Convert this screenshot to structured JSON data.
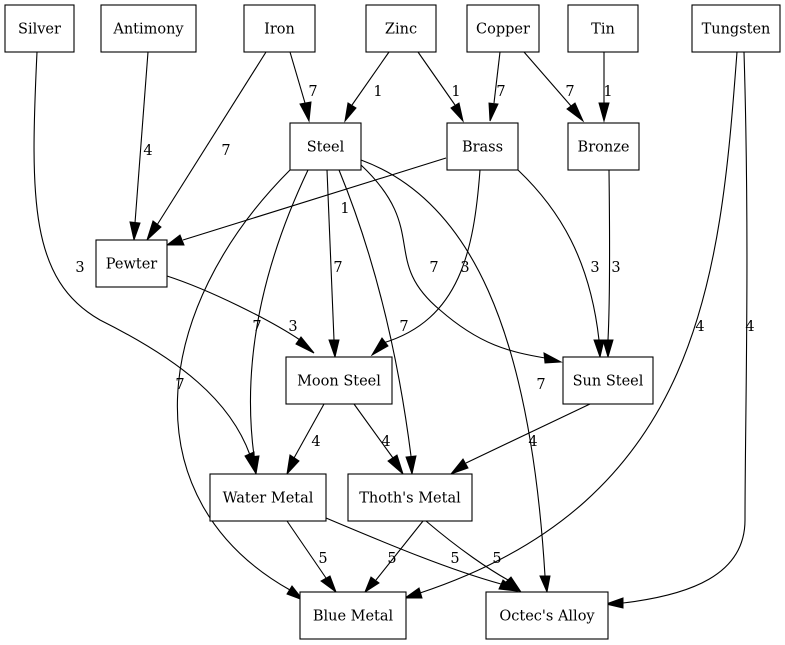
{
  "nodes": [
    {
      "id": "silver",
      "label": "Silver"
    },
    {
      "id": "antimony",
      "label": "Antimony"
    },
    {
      "id": "iron",
      "label": "Iron"
    },
    {
      "id": "zinc",
      "label": "Zinc"
    },
    {
      "id": "copper",
      "label": "Copper"
    },
    {
      "id": "tin",
      "label": "Tin"
    },
    {
      "id": "tungsten",
      "label": "Tungsten"
    },
    {
      "id": "steel",
      "label": "Steel"
    },
    {
      "id": "brass",
      "label": "Brass"
    },
    {
      "id": "bronze",
      "label": "Bronze"
    },
    {
      "id": "pewter",
      "label": "Pewter"
    },
    {
      "id": "moon-steel",
      "label": "Moon Steel"
    },
    {
      "id": "sun-steel",
      "label": "Sun Steel"
    },
    {
      "id": "water-metal",
      "label": "Water Metal"
    },
    {
      "id": "thoths-metal",
      "label": "Thoth's Metal"
    },
    {
      "id": "blue-metal",
      "label": "Blue Metal"
    },
    {
      "id": "octecs-alloy",
      "label": "Octec's Alloy"
    }
  ],
  "edges": [
    {
      "from": "iron",
      "to": "steel",
      "label": "7"
    },
    {
      "from": "zinc",
      "to": "steel",
      "label": "1"
    },
    {
      "from": "zinc",
      "to": "brass",
      "label": "1"
    },
    {
      "from": "copper",
      "to": "brass",
      "label": "7"
    },
    {
      "from": "copper",
      "to": "bronze",
      "label": "7"
    },
    {
      "from": "tin",
      "to": "bronze",
      "label": "1"
    },
    {
      "from": "antimony",
      "to": "pewter",
      "label": "4"
    },
    {
      "from": "iron",
      "to": "pewter",
      "label": "7"
    },
    {
      "from": "brass",
      "to": "pewter",
      "label": "1"
    },
    {
      "from": "silver",
      "to": "water-metal",
      "label": "3"
    },
    {
      "from": "pewter",
      "to": "moon-steel",
      "label": "3"
    },
    {
      "from": "steel",
      "to": "moon-steel",
      "label": "7"
    },
    {
      "from": "brass",
      "to": "moon-steel",
      "label": "3"
    },
    {
      "from": "steel",
      "to": "sun-steel",
      "label": "7"
    },
    {
      "from": "brass",
      "to": "sun-steel",
      "label": "3"
    },
    {
      "from": "bronze",
      "to": "sun-steel",
      "label": "3"
    },
    {
      "from": "steel",
      "to": "water-metal",
      "label": "7"
    },
    {
      "from": "moon-steel",
      "to": "water-metal",
      "label": "4"
    },
    {
      "from": "steel",
      "to": "thoths-metal",
      "label": "7"
    },
    {
      "from": "moon-steel",
      "to": "thoths-metal",
      "label": "4"
    },
    {
      "from": "sun-steel",
      "to": "thoths-metal",
      "label": "4"
    },
    {
      "from": "steel",
      "to": "blue-metal",
      "label": "7"
    },
    {
      "from": "water-metal",
      "to": "blue-metal",
      "label": "5"
    },
    {
      "from": "thoths-metal",
      "to": "blue-metal",
      "label": "5"
    },
    {
      "from": "tungsten",
      "to": "blue-metal",
      "label": "4"
    },
    {
      "from": "steel",
      "to": "octecs-alloy",
      "label": "7"
    },
    {
      "from": "water-metal",
      "to": "octecs-alloy",
      "label": "5"
    },
    {
      "from": "thoths-metal",
      "to": "octecs-alloy",
      "label": "5"
    },
    {
      "from": "tungsten",
      "to": "octecs-alloy",
      "label": "4"
    }
  ]
}
